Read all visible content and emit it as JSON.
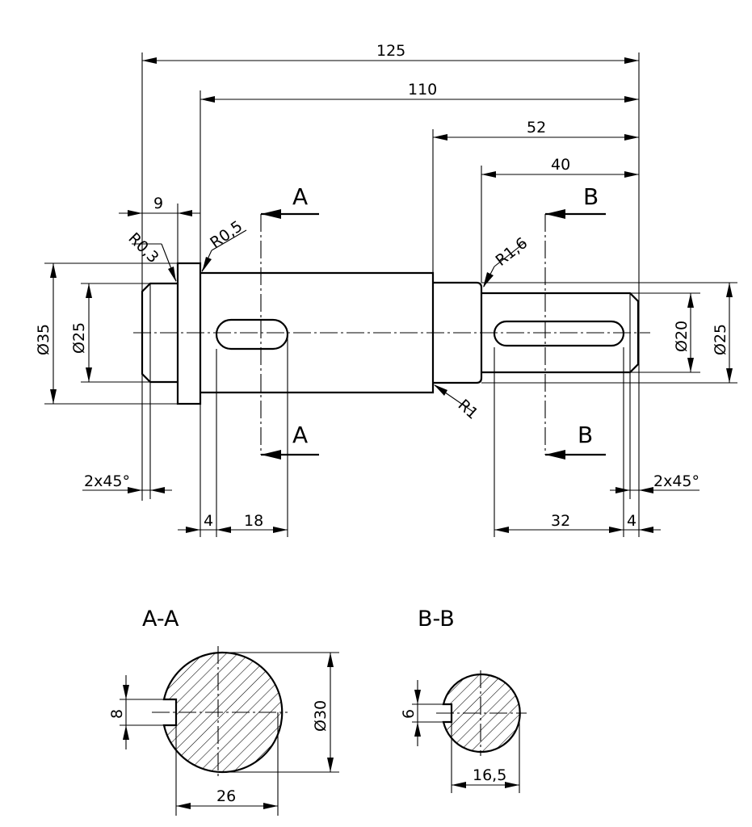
{
  "dimensions": {
    "total_length": "125",
    "length_110": "110",
    "length_52": "52",
    "length_40": "40",
    "collar_9": "9",
    "fillet_r03": "R0,3",
    "fillet_r05": "R0,5",
    "fillet_r16": "R1,6",
    "fillet_r1": "R1",
    "dia_35": "Ø35",
    "dia_25_left": "Ø25",
    "dia_20": "Ø20",
    "dia_25_right": "Ø25",
    "chamfer_left": "2x45°",
    "chamfer_right": "2x45°",
    "offset_4_left": "4",
    "keyway_18": "18",
    "keyway_32": "32",
    "offset_4_right": "4"
  },
  "section_markers": {
    "a_top": "A",
    "a_bottom": "A",
    "b_top": "B",
    "b_bottom": "B"
  },
  "section_aa": {
    "title": "A-A",
    "key_width": "8",
    "diameter": "Ø30",
    "depth": "26"
  },
  "section_bb": {
    "title": "B-B",
    "key_width": "6",
    "depth": "16,5"
  }
}
